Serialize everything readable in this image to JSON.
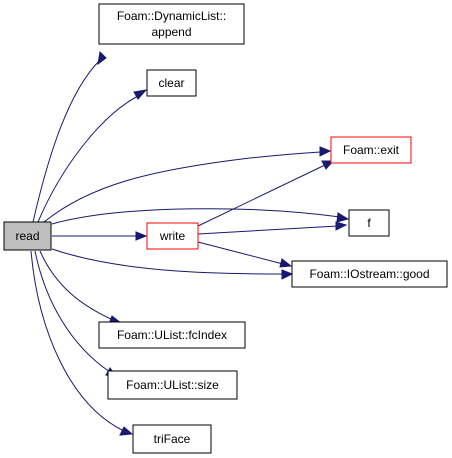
{
  "nodes": {
    "read": {
      "label": "read"
    },
    "append": {
      "label_line1": "Foam::DynamicList::",
      "label_line2": "append"
    },
    "clear": {
      "label": "clear"
    },
    "exit": {
      "label": "Foam::exit"
    },
    "f": {
      "label": "f"
    },
    "write": {
      "label": "write"
    },
    "good": {
      "label": "Foam::IOstream::good"
    },
    "fcIndex": {
      "label": "Foam::UList::fcIndex"
    },
    "size": {
      "label": "Foam::UList::size"
    },
    "triFace": {
      "label": "triFace"
    }
  },
  "edges": [
    {
      "from": "read",
      "to": "append"
    },
    {
      "from": "read",
      "to": "clear"
    },
    {
      "from": "read",
      "to": "exit"
    },
    {
      "from": "read",
      "to": "f"
    },
    {
      "from": "read",
      "to": "write"
    },
    {
      "from": "read",
      "to": "good"
    },
    {
      "from": "read",
      "to": "fcIndex"
    },
    {
      "from": "read",
      "to": "size"
    },
    {
      "from": "read",
      "to": "triFace"
    },
    {
      "from": "write",
      "to": "exit"
    },
    {
      "from": "write",
      "to": "f"
    },
    {
      "from": "write",
      "to": "good"
    }
  ],
  "colors": {
    "edge": "#191970",
    "root_fill": "#bfbfbf",
    "highlight_border": "#ff0000",
    "node_border": "#000000"
  }
}
